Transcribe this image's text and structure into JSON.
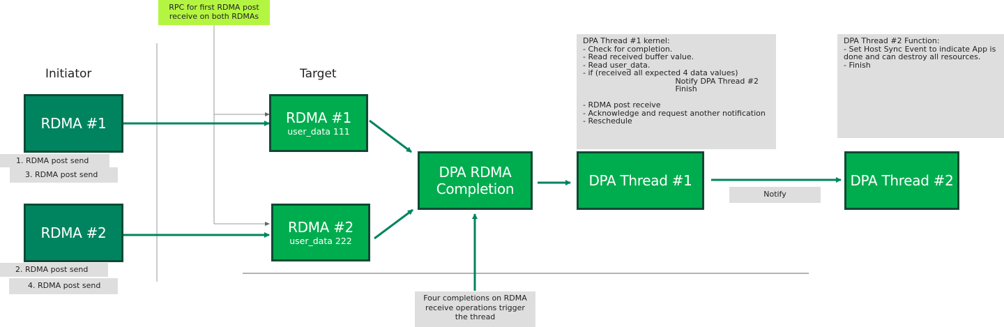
{
  "diagram": {
    "rpc_note": "RPC for first RDMA post receive on both RDMAs",
    "rpc_note_lines": [
      "RPC for first RDMA post",
      "receive on both RDMAs"
    ],
    "initiator_label": "Initiator",
    "target_label": "Target",
    "initiator": [
      {
        "label": "RDMA #1",
        "steps": [
          "1. RDMA post send",
          "3. RDMA post send"
        ]
      },
      {
        "label": "RDMA #2",
        "steps": [
          "2. RDMA post send",
          "4. RDMA post send"
        ]
      }
    ],
    "target": [
      {
        "label": "RDMA #1",
        "user_data": "user_data 111"
      },
      {
        "label": "RDMA #2",
        "user_data": "user_data 222"
      }
    ],
    "completion": {
      "lines": [
        "DPA RDMA",
        "Completion"
      ]
    },
    "trigger_note_lines": [
      "Four completions on RDMA",
      "receive operations trigger",
      "the thread"
    ],
    "thread1": {
      "label": "DPA Thread #1",
      "kernel_lines": [
        "DPA Thread #1 kernel:",
        "- Check for completion.",
        "- Read received buffer value.",
        "- Read user_data.",
        "- if (received all expected 4 data values)",
        "                 Notify DPA Thread #2",
        "                 Finish",
        "",
        "- RDMA post receive",
        "- Acknowledge and request another notification",
        "- Reschedule"
      ]
    },
    "notify_label": "Notify",
    "thread2": {
      "label": "DPA Thread #2",
      "function_lines": [
        "DPA Thread #2 Function:",
        "- Set Host Sync Event to indicate App is",
        "done and can destroy all resources.",
        "- Finish"
      ]
    },
    "colors": {
      "initiator_box": "#00845f",
      "target_box": "#00ad4e",
      "arrow": "#00845f",
      "rpc_note_bg": "#b4f542",
      "note_bg": "#dedede"
    }
  }
}
